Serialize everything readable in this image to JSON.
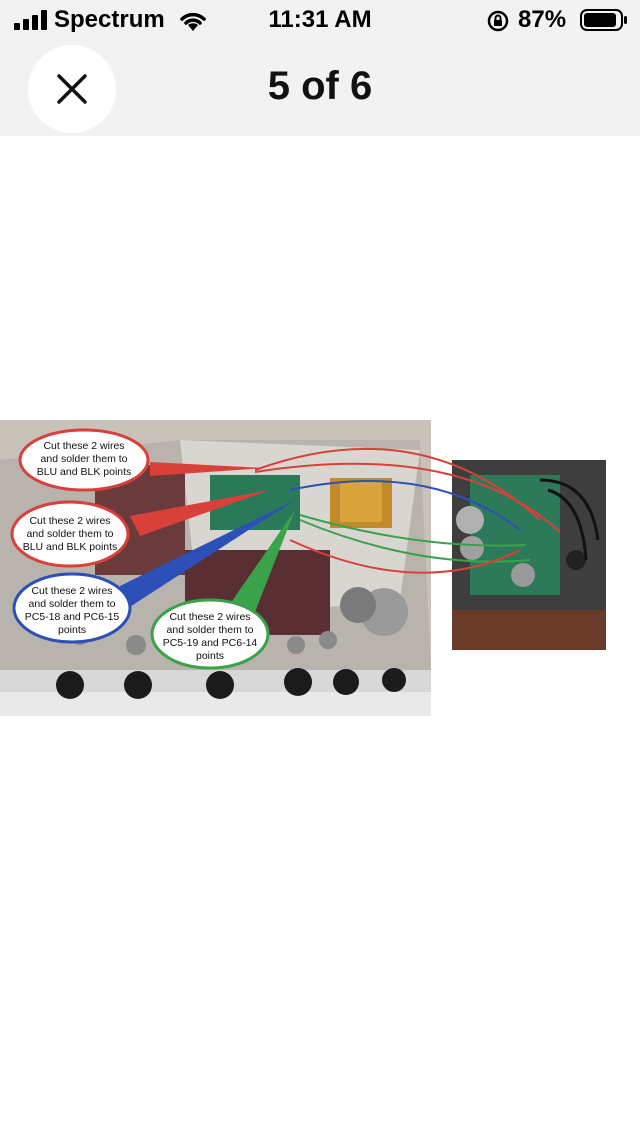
{
  "status_bar": {
    "carrier": "Spectrum",
    "time": "11:31 AM",
    "battery_percent": "87%",
    "icons": [
      "signal-icon",
      "wifi-icon",
      "rotation-lock-icon",
      "battery-icon"
    ]
  },
  "header": {
    "close_icon": "close-icon",
    "counter": "5 of 6"
  },
  "image": {
    "callouts": [
      {
        "lines": [
          "Cut these 2 wires",
          "and solder them to",
          "BLU and BLK points"
        ],
        "color": "#d9403a"
      },
      {
        "lines": [
          "Cut these 2 wires",
          "and solder them to",
          "BLU and BLK points"
        ],
        "color": "#d9403a"
      },
      {
        "lines": [
          "Cut these 2 wires",
          "and solder them to",
          "PC5-18 and PC6-15",
          "points"
        ],
        "color": "#2c4fb8"
      },
      {
        "lines": [
          "Cut these 2 wires",
          "and solder them to",
          "PC5-19 and PC6-14",
          "points"
        ],
        "color": "#3aa24a"
      }
    ]
  }
}
